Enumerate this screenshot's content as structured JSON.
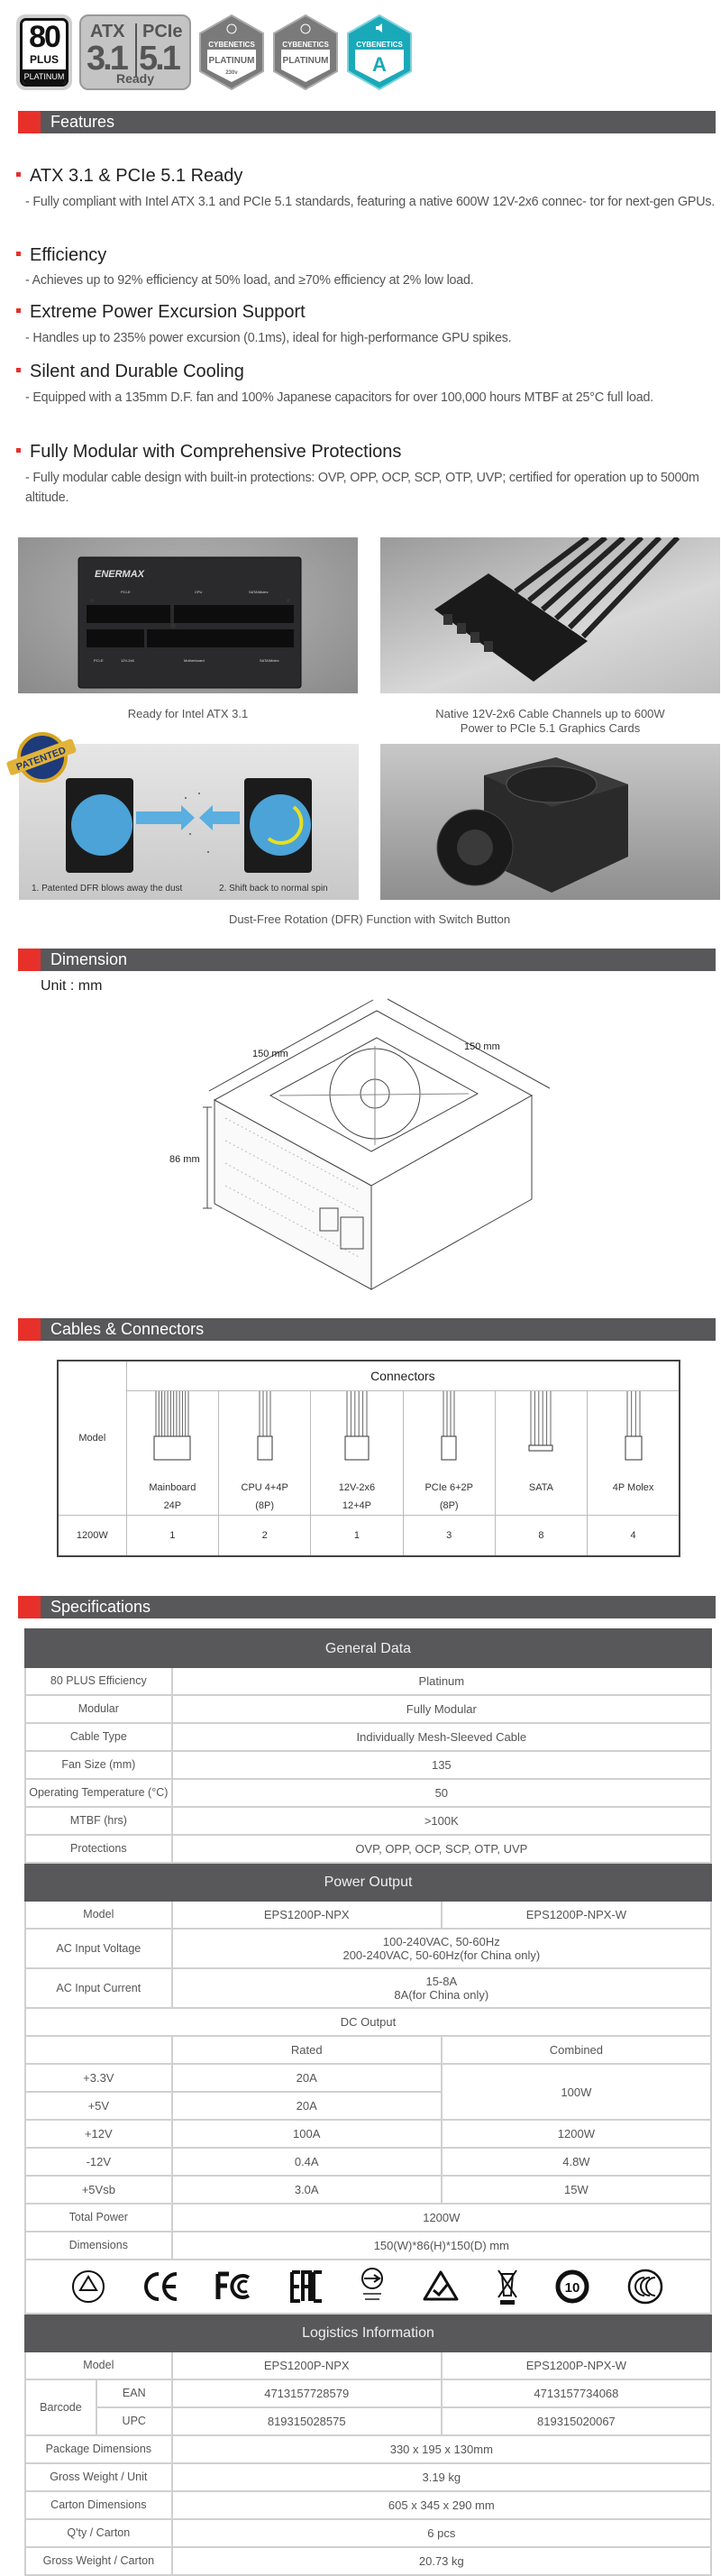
{
  "badges": {
    "plus80": {
      "number": "80",
      "plus": "PLUS",
      "level": "PLATINUM"
    },
    "atx": {
      "atx": "ATX",
      "atx_ver": "3.1",
      "pcie": "PCIe",
      "pcie_ver": "5.1",
      "ready": "Ready"
    },
    "cyb_platinum_230": {
      "brand": "CYBENETICS",
      "level": "PLATINUM",
      "note": "230v"
    },
    "cyb_platinum": {
      "brand": "CYBENETICS",
      "level": "PLATINUM"
    },
    "cyb_noise": {
      "brand": "CYBENETICS",
      "level": "A"
    },
    "colors": {
      "teal": "#1aa9b8",
      "gray": "#7a7a7a"
    }
  },
  "colors": {
    "accent_red": "#e8302a",
    "bar_gray": "#58585a"
  },
  "sections": {
    "features": "Features",
    "dimension": "Dimension",
    "cables": "Cables & Connectors",
    "specs": "Specifications"
  },
  "features": [
    {
      "title": "ATX 3.1 & PCIe 5.1 Ready",
      "desc": "- Fully compliant with Intel ATX 3.1 and PCIe 5.1 standards, featuring a native 600W 12V-2x6 connec- tor for next-gen GPUs."
    },
    {
      "title": "Efficiency",
      "desc": "- Achieves up to 92% efficiency at 50% load, and ≥70% efficiency at 2% low load."
    },
    {
      "title": "Extreme Power Excursion Support",
      "desc": "- Handles up to 235% power excursion (0.1ms), ideal for high-performance GPU spikes."
    },
    {
      "title": "Silent and Durable Cooling",
      "desc": "- Equipped with a 135mm D.F. fan and 100% Japanese capacitors for over 100,000 hours MTBF at 25°C full load."
    },
    {
      "title": "Fully Modular with Comprehensive Protections",
      "desc": "- Fully modular cable design with built-in protections: OVP, OPP, OCP, SCP, OTP, UVP; certified for operation up to 5000m altitude."
    }
  ],
  "gallery": {
    "panel": {
      "brand": "ENERMAX",
      "labels": [
        "PCI-E",
        "CPU",
        "SATA/Molex",
        "PCI-E",
        "12V-2x6",
        "Motherboard",
        "SATA/Molex"
      ]
    },
    "caption_atx": "Ready for Intel  ATX 3.1",
    "caption_cable_1": "Native 12V-2x6 Cable Channels up to 600W",
    "caption_cable_2": "Power to PCIe 5.1 Graphics Cards",
    "patented": "PATENTED",
    "dfr_step1": "1. Patented DFR  blows away the dust",
    "dfr_step2": "2. Shift back to normal spin",
    "caption_dfr": "Dust-Free Rotation (DFR) Function with Switch Button"
  },
  "dimension": {
    "unit": "Unit : mm",
    "width": "150 mm",
    "depth": "150 mm",
    "height": "86 mm"
  },
  "connectors": {
    "model_header": "Model",
    "group_header": "Connectors",
    "columns": [
      {
        "line1": "Mainboard",
        "line2": "24P"
      },
      {
        "line1": "CPU 4+4P",
        "line2": "(8P)"
      },
      {
        "line1": "12V-2x6",
        "line2": "12+4P"
      },
      {
        "line1": "PCIe 6+2P",
        "line2": "(8P)"
      },
      {
        "line1": "SATA",
        "line2": ""
      },
      {
        "line1": "4P Molex",
        "line2": ""
      }
    ],
    "rows": [
      {
        "model": "1200W",
        "values": [
          "1",
          "2",
          "1",
          "3",
          "8",
          "4"
        ]
      }
    ]
  },
  "specs": {
    "general": {
      "header": "General Data",
      "rows": [
        {
          "label": "80 PLUS Efficiency",
          "value": "Platinum"
        },
        {
          "label": "Modular",
          "value": "Fully Modular"
        },
        {
          "label": "Cable Type",
          "value": "Individually Mesh-Sleeved Cable"
        },
        {
          "label": "Fan Size (mm)",
          "value": "135"
        },
        {
          "label": "Operating Temperature (°C)",
          "value": "50"
        },
        {
          "label": "MTBF (hrs)",
          "value": ">100K"
        },
        {
          "label": "Protections",
          "value": "OVP, OPP, OCP, SCP, OTP, UVP"
        }
      ]
    },
    "power": {
      "header": "Power Output",
      "model_label": "Model",
      "models": [
        "EPS1200P-NPX",
        "EPS1200P-NPX-W"
      ],
      "ac_voltage_label": "AC Input Voltage",
      "ac_voltage_1": "100-240VAC, 50-60Hz",
      "ac_voltage_2": "200-240VAC, 50-60Hz(for China only)",
      "ac_current_label": "AC Input Current",
      "ac_current_1": "15-8A",
      "ac_current_2": "8A(for China only)",
      "dc_header": "DC Output",
      "rated_header": "Rated",
      "combined_header": "Combined",
      "rails": [
        {
          "rail": "+3.3V",
          "rated": "20A"
        },
        {
          "rail": "+5V",
          "rated": "20A"
        },
        {
          "rail": "+12V",
          "rated": "100A",
          "combined": "1200W"
        },
        {
          "rail": "-12V",
          "rated": "0.4A",
          "combined": "4.8W"
        },
        {
          "rail": "+5Vsb",
          "rated": "3.0A",
          "combined": "15W"
        }
      ],
      "combined_33_5": "100W",
      "total_label": "Total Power",
      "total_value": "1200W",
      "dims_label": "Dimensions",
      "dims_value": "150(W)*86(H)*150(D) mm",
      "certifications": [
        "tuv-rheinland",
        "ce",
        "fcc",
        "eac",
        "rohs",
        "rcm",
        "weee",
        "china-rohs-10",
        "ccc"
      ]
    },
    "logistics": {
      "header": "Logistics Information",
      "model_label": "Model",
      "models": [
        "EPS1200P-NPX",
        "EPS1200P-NPX-W"
      ],
      "barcode_label": "Barcode",
      "ean_label": "EAN",
      "ean": [
        "4713157728579",
        "4713157734068"
      ],
      "upc_label": "UPC",
      "upc": [
        "819315028575",
        "819315020067"
      ],
      "rows": [
        {
          "label": "Package Dimensions",
          "value": "330 x 195 x 130mm"
        },
        {
          "label": "Gross Weight / Unit",
          "value": "3.19 kg"
        },
        {
          "label": "Carton Dimensions",
          "value": "605 x 345 x 290 mm"
        },
        {
          "label": "Q'ty / Carton",
          "value": "6 pcs"
        },
        {
          "label": "Gross Weight / Carton",
          "value": "20.73 kg"
        }
      ]
    }
  }
}
